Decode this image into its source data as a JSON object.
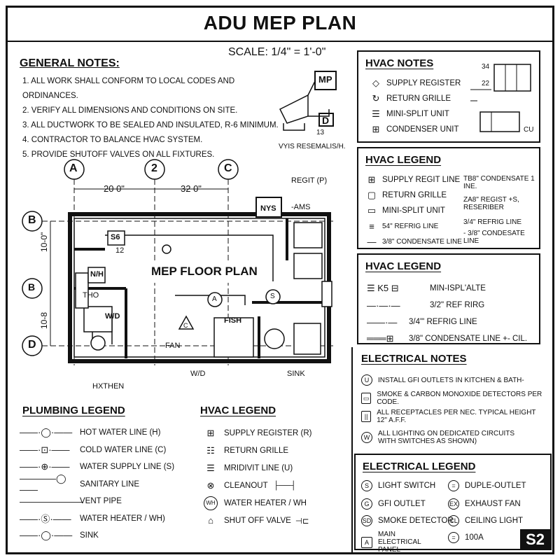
{
  "title": "ADU MEP PLAN",
  "scale": "SCALE: 1/4\" = 1'-0\"",
  "general_notes": {
    "heading": "GENERAL NOTES:",
    "items": [
      "1. ALL WORK SHALL CONFORM TO LOCAL CODES AND ORDINANCES.",
      "2. VERIFY ALL DIMENSIONS AND CONDITIONS ON SITE.",
      "3. ALL DUCTWORK TO BE SEALED AND INSULATED, R-6 MINIMUM.",
      "4. CONTRACTOR TO BALANCE HVAC SYSTEM.",
      "5. PROVIDE SHUTOFF VALVES ON ALL FIXTURES."
    ],
    "detail_tag": "MP",
    "detail_caption": "VYIS RESEMALIS/H.",
    "detail_letter": "D",
    "detail_num": "13"
  },
  "plan": {
    "grid": [
      "A",
      "2",
      "C",
      "B",
      "B",
      "D"
    ],
    "dims": [
      "20 0\"",
      "32 0\"",
      "10-0\"",
      "10-8"
    ],
    "title": "MEP FLOOR PLAN",
    "labels": {
      "regit": "REGIT (P)",
      "nys": "NYS",
      "ams": "-AMS",
      "s6": "S6",
      "n12": "12",
      "nh": "N/H",
      "tho": "THO",
      "wd": "W/D",
      "fan": "FAN",
      "wd2": "W/D",
      "sink": "SINK",
      "kitchen": "HXTHEN",
      "fish": "FISH",
      "a": "A",
      "s": "S",
      "c": "C"
    }
  },
  "hvac_notes": {
    "heading": "HVAC NOTES",
    "items": [
      "SUPPLY REGISTER",
      "RETURN GRILLE",
      "MINI-SPLIT UNIT",
      "CONDENSER UNIT"
    ],
    "tags": [
      "34",
      "22",
      "CU"
    ]
  },
  "hvac_legend_1": {
    "heading": "HVAC LEGEND",
    "left": [
      "SUPPLY REGIT LINE",
      "RETURN GRILLE",
      "MINI-SPLIT UNIT",
      "54\" REFRIG LINE",
      "3/8\" CONDENSATE LINE"
    ],
    "right": [
      "TB8\" CONDENSATE 1 INE.",
      "ZA8\" REGIST +S, RESERIBER",
      "3/4\" REFRIG LINE",
      "- 3/8\" CONDESATE LINE"
    ]
  },
  "hvac_legend_2": {
    "heading": "HVAC LEGEND",
    "items": [
      "MIN-ISPL'ALTE",
      "3/2\" REF RIRG",
      "3/4'\" REFRIG LINE",
      "3/8\" CONDENSATE LINE +- CIL."
    ]
  },
  "electrical_notes": {
    "heading": "ELECTRICAL NOTES",
    "items": [
      "INSTALL GFI OUTLETS IN KITCHEN & BATH-",
      "SMOKE & CARBON MONOXIDE DETECTORS PER CODE.",
      "ALL RECEPTACLES PER NEC. TYPICAL HEIGHT 12\" A.F.F.",
      "ALL LIGHTING ON DEDICATED CIRCUITS WITH SWITCHES AS SHOWN)"
    ]
  },
  "electrical_legend": {
    "heading": "ELECTRICAL LEGEND",
    "items": [
      {
        "sym": "S",
        "label": "LIGHT SWITCH"
      },
      {
        "sym": "=",
        "label": "DUPLE-OUTLET"
      },
      {
        "sym": "G",
        "label": "GFI OUTLET"
      },
      {
        "sym": "EX",
        "label": "EXHAUST FAN"
      },
      {
        "sym": "SD",
        "label": "SMOKE DETECTOR"
      },
      {
        "sym": "CL",
        "label": "CEILING LIGHT"
      },
      {
        "sym": "A",
        "label": "MAIN ELECTRICAL PANEL"
      },
      {
        "sym": "=",
        "label": "100A"
      }
    ]
  },
  "plumbing_legend": {
    "heading": "PLUMBING LEGEND",
    "items": [
      "HOT WATER LINE (H)",
      "COLD WATER LINE (C)",
      "WATER SUPPLY LINE (S)",
      "SANITARY LINE",
      "VENT PIPE",
      "WATER HEATER / WH)",
      "SINK"
    ]
  },
  "hvac_legend_3": {
    "heading": "HVAC LEGEND",
    "items": [
      "SUPPLY REGISTER (R)",
      "RETURN GRILLE",
      "MRIDIVIT LINE (U)",
      "CLEANOUT",
      "WATER HEATER / WH",
      "SHUT OFF VALVE"
    ]
  },
  "sheet_number": "S2"
}
